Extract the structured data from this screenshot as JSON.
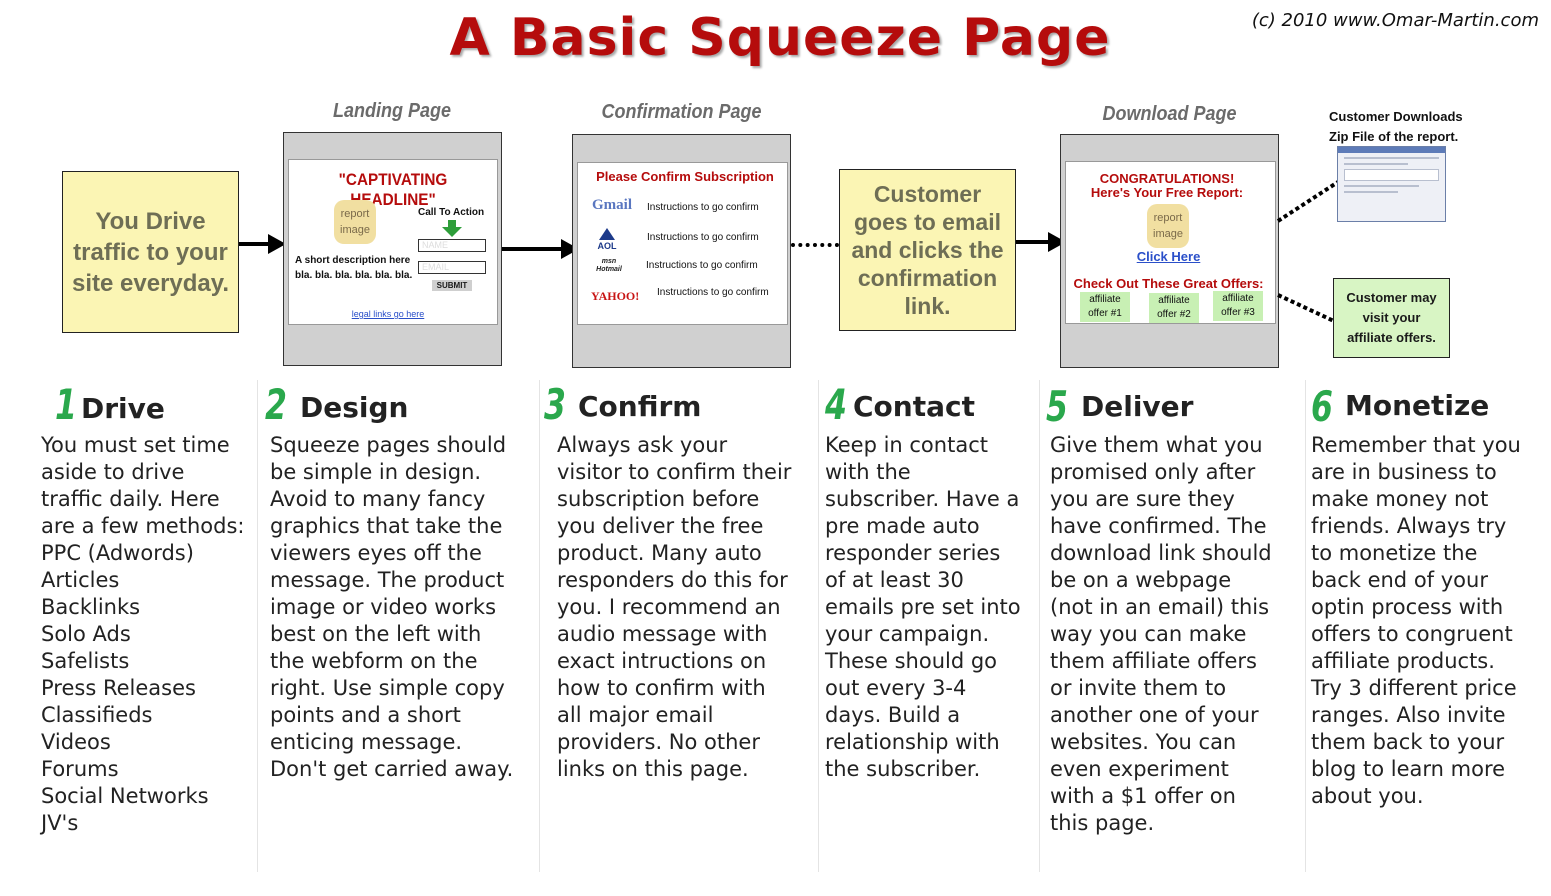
{
  "title": "A Basic Squeeze Page",
  "copyright": "(c) 2010 www.Omar-Martin.com",
  "flow": {
    "start_box": [
      "You Drive",
      "traffic to your",
      "site everyday."
    ],
    "landing": {
      "label": "Landing Page",
      "headline": "\"CAPTIVATING HEADLINE\"",
      "report_image": [
        "report",
        "image"
      ],
      "cta": "Call To Action",
      "description": [
        "A short description here",
        "bla. bla. bla. bla. bla. bla."
      ],
      "name_placeholder": "NAME",
      "email_placeholder": "EMAIL",
      "submit": "SUBMIT",
      "legal": "legal links go here"
    },
    "confirmation": {
      "label": "Confirmation Page",
      "heading": "Please Confirm Subscription",
      "providers": [
        {
          "logo": "Gmail",
          "text": "Instructions to go confirm"
        },
        {
          "logo": "AOL",
          "text": "Instructions to go confirm"
        },
        {
          "logo": "msn Hotmail",
          "text": "Instructions to go confirm"
        },
        {
          "logo": "YAHOO!",
          "text": "Instructions to go confirm"
        }
      ]
    },
    "email_box": [
      "Customer",
      "goes to email",
      "and clicks the",
      "confirmation",
      "link."
    ],
    "download": {
      "label": "Download Page",
      "congrats": "CONGRATULATIONS!",
      "free_report": "Here's Your Free Report:",
      "report_image": [
        "report",
        "image"
      ],
      "click_here": "Click Here",
      "offers_heading": "Check Out These Great Offers:",
      "offers": [
        [
          "affiliate",
          "offer #1"
        ],
        [
          "affiliate",
          "offer #2"
        ],
        [
          "affiliate",
          "offer #3"
        ]
      ]
    },
    "zip_caption": [
      "Customer Downloads",
      "Zip File of the report."
    ],
    "affiliate_box": [
      "Customer may",
      "visit your",
      "affiliate offers."
    ]
  },
  "steps": [
    {
      "num": "1",
      "title": "Drive",
      "lines": [
        "You must set time",
        "aside to drive",
        "traffic daily. Here",
        "are a few methods:",
        "PPC (Adwords)",
        "Articles",
        "Backlinks",
        "Solo Ads",
        "Safelists",
        "Press Releases",
        "Classifieds",
        "Videos",
        "Forums",
        "Social Networks",
        "JV's"
      ]
    },
    {
      "num": "2",
      "title": "Design",
      "lines": [
        "Squeeze pages should",
        "be simple in design.",
        "Avoid to many fancy",
        "graphics that take the",
        "viewers eyes off the",
        "message. The product",
        "image or video works",
        "best on the left with",
        "the webform on the",
        "right. Use simple copy",
        "points and a short",
        "enticing message.",
        "Don't get carried away."
      ]
    },
    {
      "num": "3",
      "title": "Confirm",
      "lines": [
        "Always ask your",
        "visitor to confirm their",
        "subscription before",
        "you deliver the free",
        "product. Many auto",
        "responders do this for",
        "you. I recommend an",
        "audio message with",
        "exact intructions on",
        "how to confirm with",
        "all major email",
        "providers. No other",
        "links on this page."
      ]
    },
    {
      "num": "4",
      "title": "Contact",
      "lines": [
        "Keep in contact",
        "with the",
        "subscriber. Have a",
        "pre made auto",
        "responder series",
        "of at least 30",
        "emails pre set into",
        "your campaign.",
        "These should go",
        "out every 3-4",
        "days. Build a",
        "relationship with",
        "the subscriber."
      ]
    },
    {
      "num": "5",
      "title": "Deliver",
      "lines": [
        "Give them what you",
        "promised only after",
        "you are  sure they",
        "have confirmed. The",
        "download link should",
        "be on a webpage",
        "(not in an email) this",
        "way you can make",
        "them affiliate offers",
        "or invite them to",
        "another one of your",
        "websites. You can",
        "even experiment",
        "with a $1 offer on",
        "this page."
      ]
    },
    {
      "num": "6",
      "title": "Monetize",
      "lines": [
        "Remember that you",
        "are in business to",
        "make money not",
        "friends. Always try",
        "to monetize the",
        "back end of your",
        "optin process with",
        "offers to congruent",
        "affiliate products.",
        "Try 3 different price",
        "ranges. Also invite",
        "them back to your",
        "blog to learn more",
        "about you."
      ]
    }
  ],
  "colors": {
    "title": "#b50c0c",
    "step_number": "#2aa84c",
    "yellow_box": "#fbf5b4",
    "green_box": "#d8f5c4"
  }
}
